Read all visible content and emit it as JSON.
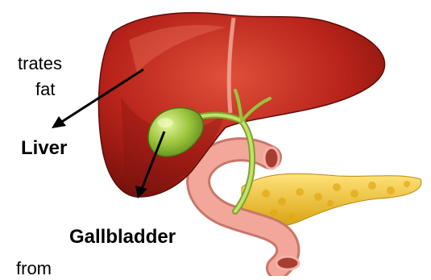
{
  "labels": {
    "liver": "Liver",
    "gallbladder": "Gallbladder"
  },
  "text_fragments": {
    "line1": "trates",
    "line2": "fat",
    "line3": "from"
  },
  "colors": {
    "liver": "#b8231a",
    "liver_dark": "#7d130d",
    "gallbladder": "#9ac43b",
    "duodenum": "#f2a79a",
    "pancreas": "#f1c82a",
    "bile_duct": "#a8cf4a",
    "arrow": "#000000"
  }
}
